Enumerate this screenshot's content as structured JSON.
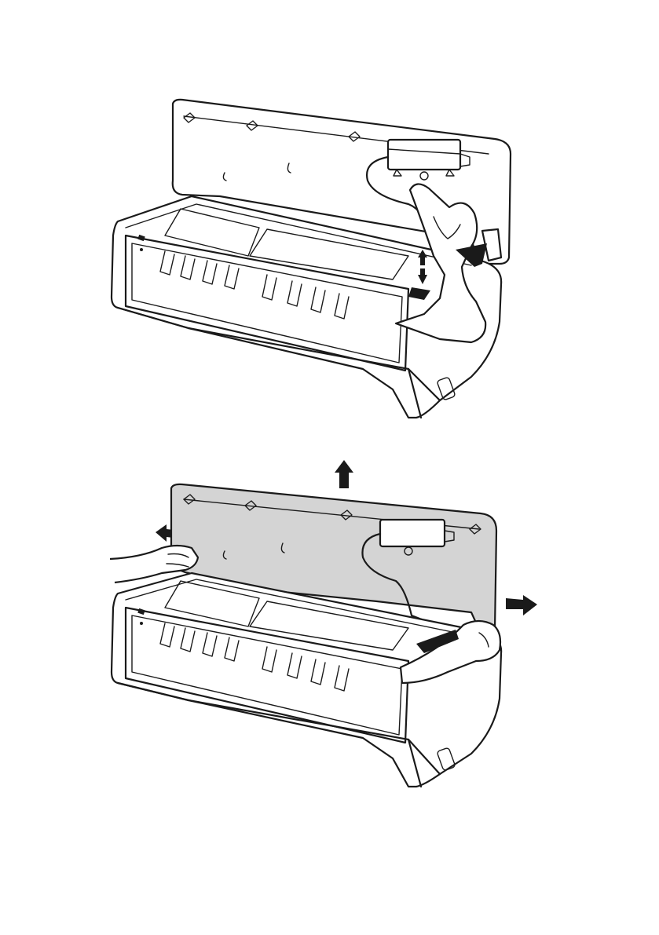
{
  "figures": [
    {
      "step": "disconnect-cable",
      "panel_fill": "#ffffff"
    },
    {
      "step": "remove-front-panel",
      "panel_fill": "#d4d4d4"
    }
  ],
  "colors": {
    "line": "#1a1a1a",
    "panel_highlight": "#d4d4d4",
    "arrow": "#1a1a1a"
  },
  "arrows": [
    "up",
    "left",
    "right"
  ]
}
